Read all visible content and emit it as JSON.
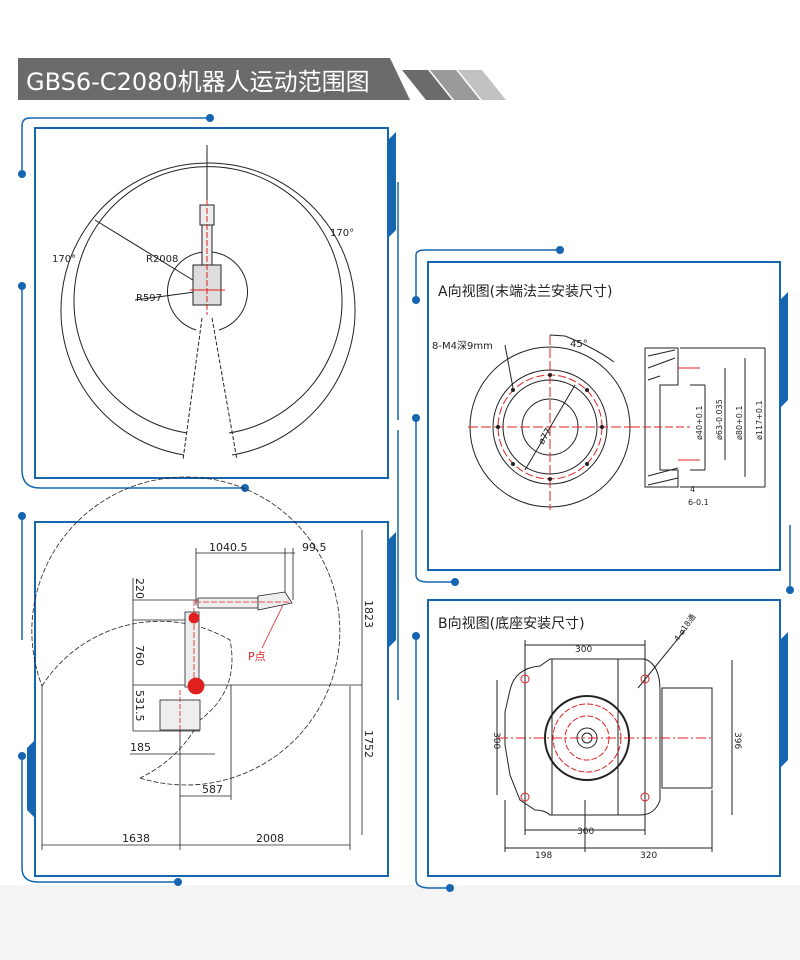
{
  "header": {
    "title": "GBS6-C2080机器人运动范围图"
  },
  "colors": {
    "frame_blue": "#1565b0",
    "banner_gray": "#6b6b6b",
    "dim_red": "#e02020",
    "line": "#222222"
  },
  "top_view": {
    "angle_left": "170°",
    "angle_right": "170°",
    "radius_outer": "R2008",
    "radius_inner": "R597"
  },
  "side_view": {
    "dim_reach_top": "1040.5",
    "dim_offset_top": "99.5",
    "dim_220": "220",
    "dim_760": "760",
    "dim_531": "531.5",
    "dim_1823": "1823",
    "dim_1752": "1752",
    "dim_185": "185",
    "dim_587": "587",
    "dim_1638": "1638",
    "dim_2008": "2008",
    "point_label": "P点"
  },
  "flange_view": {
    "title": "A向视图(末端法兰安装尺寸)",
    "holes": "8-M4深9mm",
    "angle": "45°",
    "pcd": "ø77",
    "d1": "ø40+0.1",
    "d2": "ø63-0.035",
    "d3": "ø80+0.1",
    "d4": "ø117+0.1",
    "depth1": "4",
    "depth2": "6-0.1"
  },
  "base_view": {
    "title": "B向视图(底座安装尺寸)",
    "holes": "4-ø18通",
    "top_300": "300",
    "left_300": "300",
    "bottom_300": "300",
    "right_396": "396",
    "left_198": "198",
    "right_320": "320"
  }
}
